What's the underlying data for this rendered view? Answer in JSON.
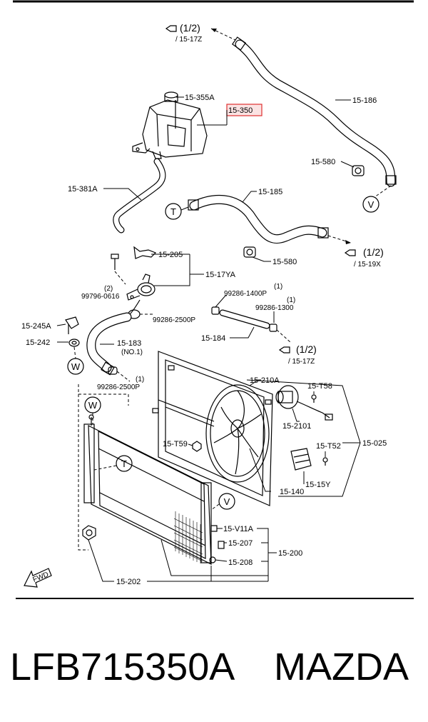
{
  "diagram": {
    "highlight_color": "#e03030",
    "callouts": {
      "c_15_17z_top": "(1/2)",
      "c_15_17z_top_ref": "/ 15-17Z",
      "c_15_355a": "15-355A",
      "c_15_350": "15-350",
      "c_15_186": "15-186",
      "c_15_580_a": "15-580",
      "c_15_381a": "15-381A",
      "c_15_185": "15-185",
      "c_15_580_b": "15-580",
      "c_15_19x": "(1/2)",
      "c_15_19x_ref": "/ 15-19X",
      "c_15_205": "15-205",
      "c_15_17ya": "15-17YA",
      "c_2_qty": "(2)",
      "c_99796": "99796-0616",
      "c_1400_qty": "(1)",
      "c_99286_1400": "99286-1400P",
      "c_1300_qty": "(1)",
      "c_99286_1300": "99286-1300",
      "c_99286_2500_a": "99286-2500P",
      "c_15_245a": "15-245A",
      "c_15_242": "15-242",
      "c_15_183": "15-183",
      "c_no1": "(NO.1)",
      "c_15_184": "15-184",
      "c_15_17z_bot": "(1/2)",
      "c_15_17z_bot_ref": "/ 15-17Z",
      "c_2500_qty": "(1)",
      "c_99286_2500_b": "99286-2500P",
      "c_15_210a": "15-210A",
      "c_15_t58": "15-T58",
      "c_15_2101": "15-2101",
      "c_15_t59": "15-T59",
      "c_15_t52": "15-T52",
      "c_15_025": "15-025",
      "c_15_15y": "15-15Y",
      "c_15_140": "15-140",
      "c_15_v11a": "15-V11A",
      "c_15_207": "15-207",
      "c_15_200": "15-200",
      "c_15_208": "15-208",
      "c_15_202": "15-202",
      "fwd": "FWD"
    },
    "connectors": {
      "t_a": "T",
      "v_a": "V",
      "w_a": "W",
      "w_b": "W",
      "t_b": "T",
      "v_b": "V"
    }
  },
  "footer": {
    "part_number": "LFB715350A",
    "brand": "MAZDA"
  }
}
